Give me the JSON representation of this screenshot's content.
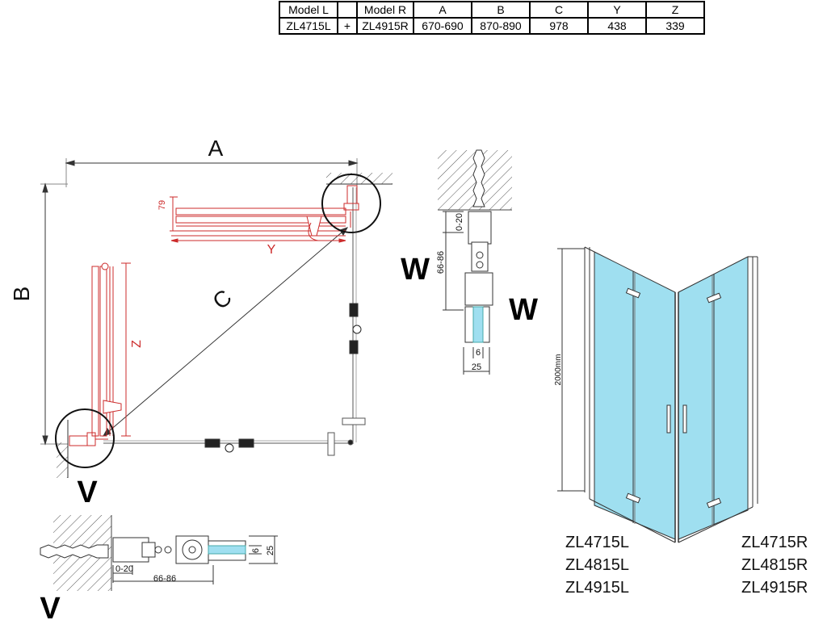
{
  "spec_table": {
    "headers": [
      "Model L",
      "",
      "Model R",
      "A",
      "B",
      "C",
      "Y",
      "Z"
    ],
    "row": [
      "ZL4715L",
      "+",
      "ZL4915R",
      "670-690",
      "870-890",
      "978",
      "438",
      "339"
    ]
  },
  "plan": {
    "label_a": "A",
    "label_b": "B",
    "label_c": "C",
    "label_y": "Y",
    "label_z": "Z",
    "dim_79": "79"
  },
  "detail_w": {
    "title_left": "W",
    "title_right": "W",
    "dim_0_20": "0-20",
    "dim_66_86": "66-86",
    "dim_6": "6",
    "dim_25": "25"
  },
  "detail_v": {
    "title_top": "V",
    "title_bottom": "V",
    "dim_0_20": "0-20",
    "dim_66_86": "66-86",
    "dim_6": "6",
    "dim_25": "25"
  },
  "elevation": {
    "height_label": "2000mm"
  },
  "models_left": [
    "ZL4715L",
    "ZL4815L",
    "ZL4915L"
  ],
  "models_right": [
    "ZL4715R",
    "ZL4815R",
    "ZL4915R"
  ],
  "colors": {
    "red": "#cc2b2b",
    "glass": "#9fdff0",
    "line": "#333333"
  }
}
